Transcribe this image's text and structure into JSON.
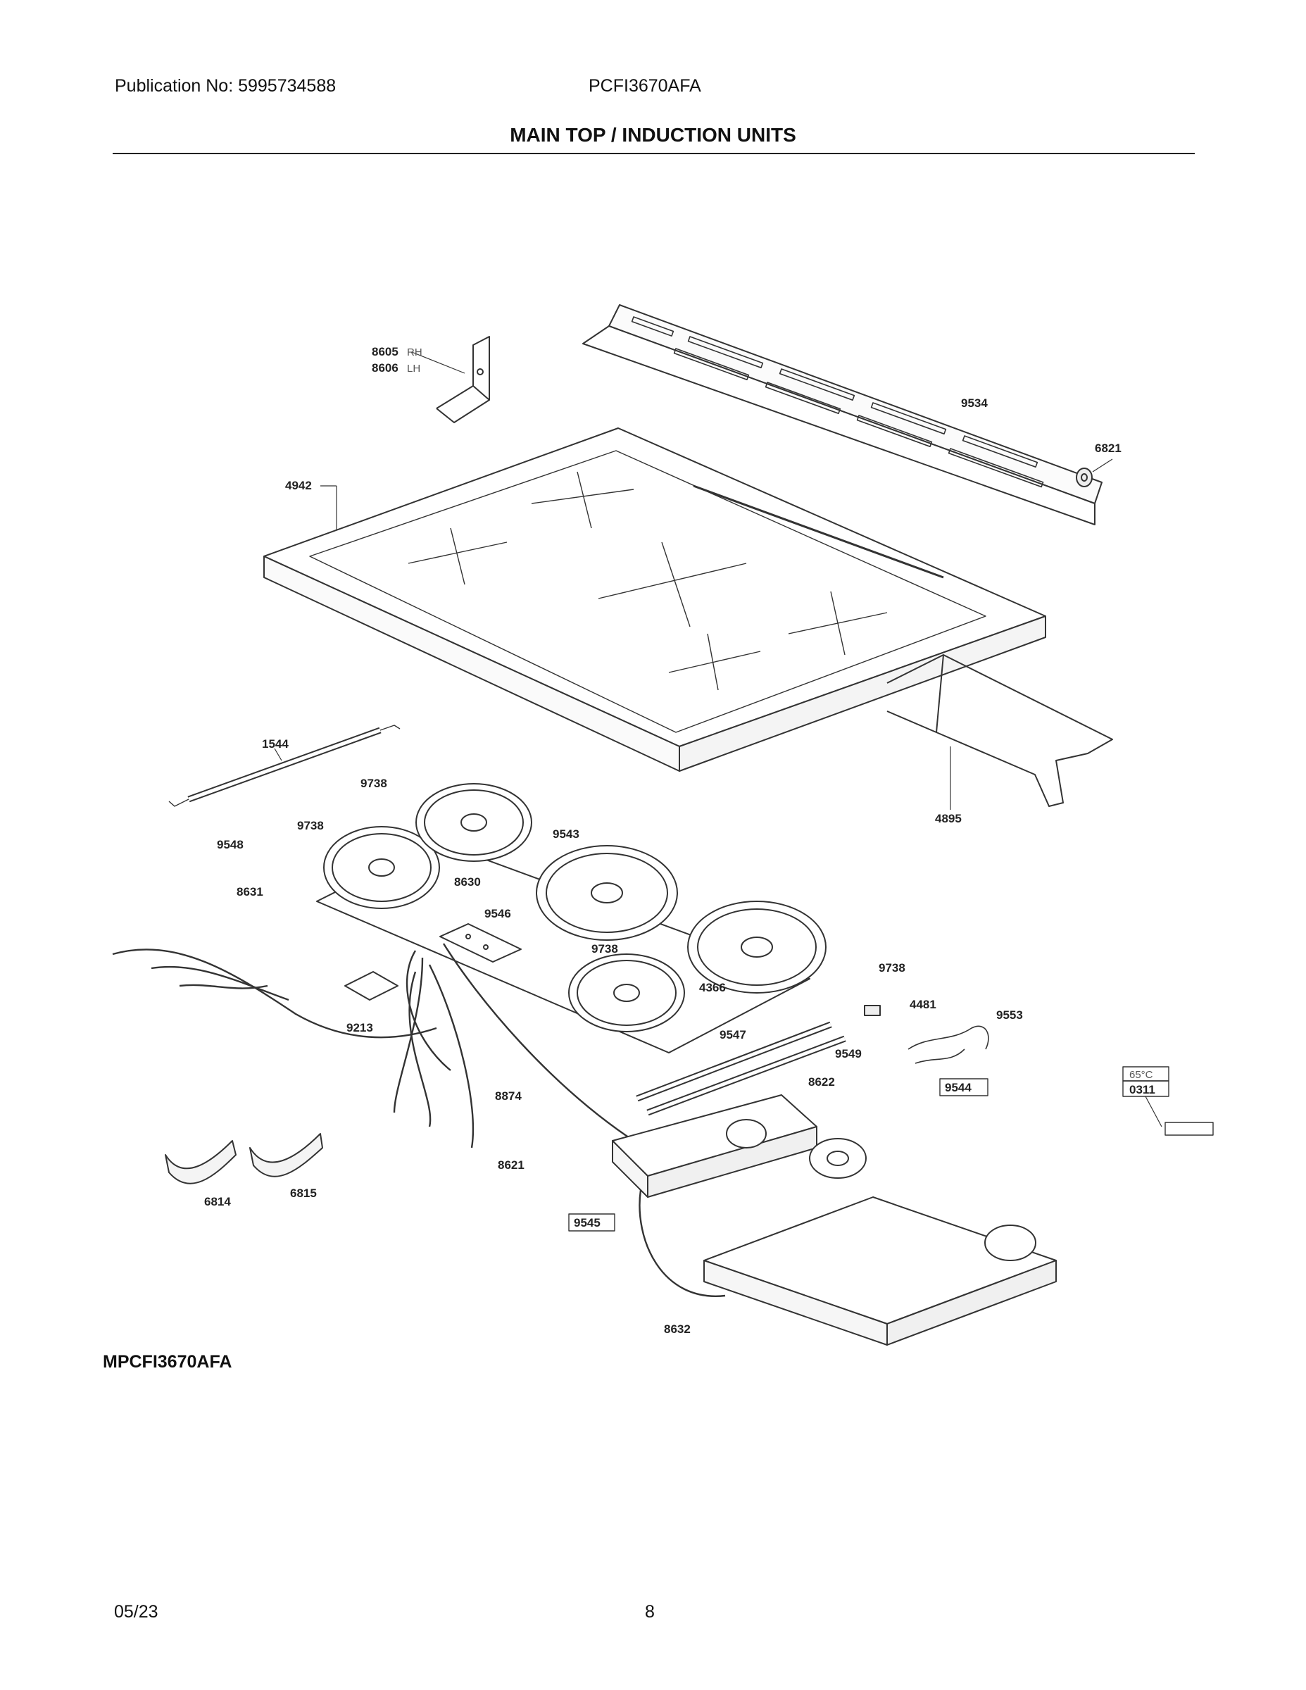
{
  "header": {
    "publication": "Publication No: 5995734588",
    "model": "PCFI3670AFA",
    "title": "MAIN TOP / INDUCTION UNITS"
  },
  "footer": {
    "diagram_code": "MPCFI3670AFA",
    "date": "05/23",
    "page_number": "8"
  },
  "parts": {
    "p8605": "8605",
    "rh": "RH",
    "p8606": "8606",
    "lh": "LH",
    "p9534": "9534",
    "p6821": "6821",
    "p4942": "4942",
    "p1544": "1544",
    "p4895": "4895",
    "p9738a": "9738",
    "p9738b": "9738",
    "p9548": "9548",
    "p9543": "9543",
    "p8631": "8631",
    "p8630": "8630",
    "p9546": "9546",
    "p9738c": "9738",
    "p9738d": "9738",
    "p4366": "4366",
    "p4481": "4481",
    "p9553": "9553",
    "p9213": "9213",
    "p9547": "9547",
    "p9549": "9549",
    "p8622": "8622",
    "p9544": "9544",
    "p8874": "8874",
    "p8621": "8621",
    "p6814": "6814",
    "p6815": "6815",
    "p9545": "9545",
    "p8632": "8632",
    "thermo_temp": "65°C",
    "thermo_part": "0311"
  }
}
